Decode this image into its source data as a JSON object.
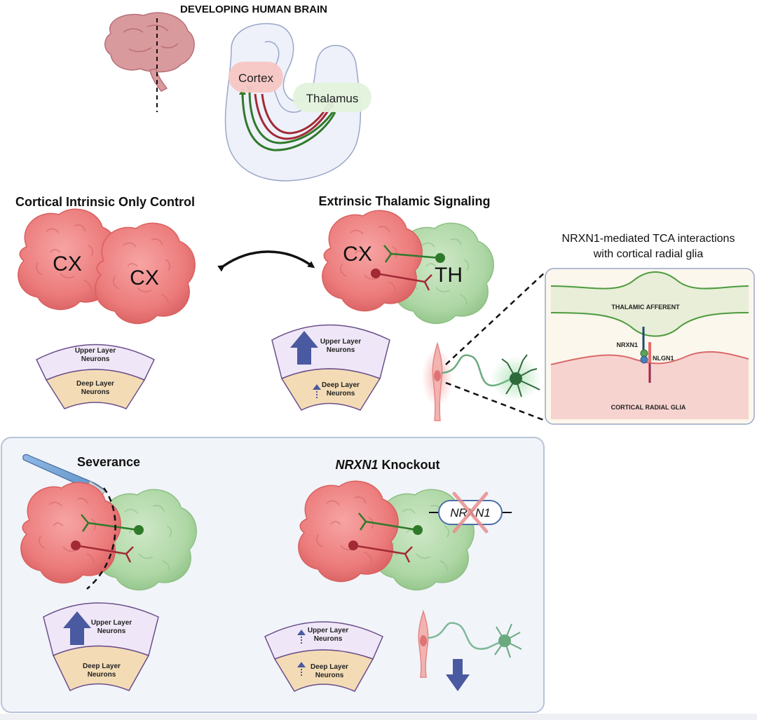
{
  "titles": {
    "developing_brain": "DEVELOPING HUMAN BRAIN",
    "cortical_control": "Cortical Intrinsic Only Control",
    "extrinsic_signaling": "Extrinsic Thalamic Signaling",
    "nrxn1_interaction_line1": "NRXN1-mediated TCA interactions",
    "nrxn1_interaction_line2": "with cortical radial glia",
    "severance": "Severance",
    "knockout_gene": "NRXN1",
    "knockout_word": " Knockout"
  },
  "brain_region_labels": {
    "cortex": "Cortex",
    "thalamus": "Thalamus"
  },
  "organoid_labels": {
    "cx": "CX",
    "th": "TH"
  },
  "layer_labels": {
    "upper_line1": "Upper Layer",
    "upper_line2": "Neurons",
    "deep_line1": "Deep Layer",
    "deep_line2": "Neurons"
  },
  "inset_labels": {
    "thalamic_afferent": "THALAMIC AFFERENT",
    "nrxn1": "NRXN1",
    "nlgn1": "NLGN1",
    "cortical_radial_glia": "CORTICAL RADIAL GLIA"
  },
  "gene_box_label": "NRXN1",
  "colors": {
    "cortex_red": "#ee7d7d",
    "thalamus_green": "#a9d5a0",
    "upper_layer": "#efe7f7",
    "deep_layer": "#f3dcb5",
    "arrow_blue": "#4a5aa0",
    "axon_green": "#2f7a2a",
    "axon_red": "#a12a35",
    "panel_bg": "#f1f4f9",
    "panel_border": "#b7c4d9"
  }
}
